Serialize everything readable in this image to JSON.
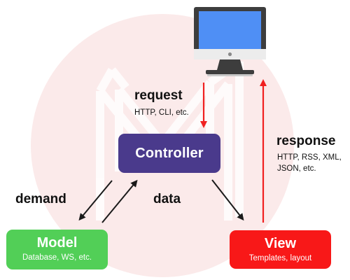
{
  "diagram": {
    "request": {
      "label": "request",
      "detail": "HTTP, CLI, etc."
    },
    "response": {
      "label": "response",
      "detail_line1": "HTTP, RSS, XML,",
      "detail_line2": "JSON, etc."
    },
    "controller": {
      "title": "Controller"
    },
    "model": {
      "title": "Model",
      "subtitle": "Database, WS, etc."
    },
    "view": {
      "title": "View",
      "subtitle": "Templates, layout"
    },
    "demand_label": "demand",
    "data_label": "data"
  },
  "colors": {
    "controller": "#4a3a8c",
    "model": "#52cf57",
    "view": "#f81818",
    "request_arrow": "#f02020",
    "response_arrow": "#f02020",
    "flow_arrows": "#1a1a1a",
    "monitor_screen": "#4f8ff5",
    "background_circle": "#fbeaea"
  },
  "icons": {
    "client": "desktop-monitor-icon",
    "watermark": "m-logo-watermark"
  }
}
